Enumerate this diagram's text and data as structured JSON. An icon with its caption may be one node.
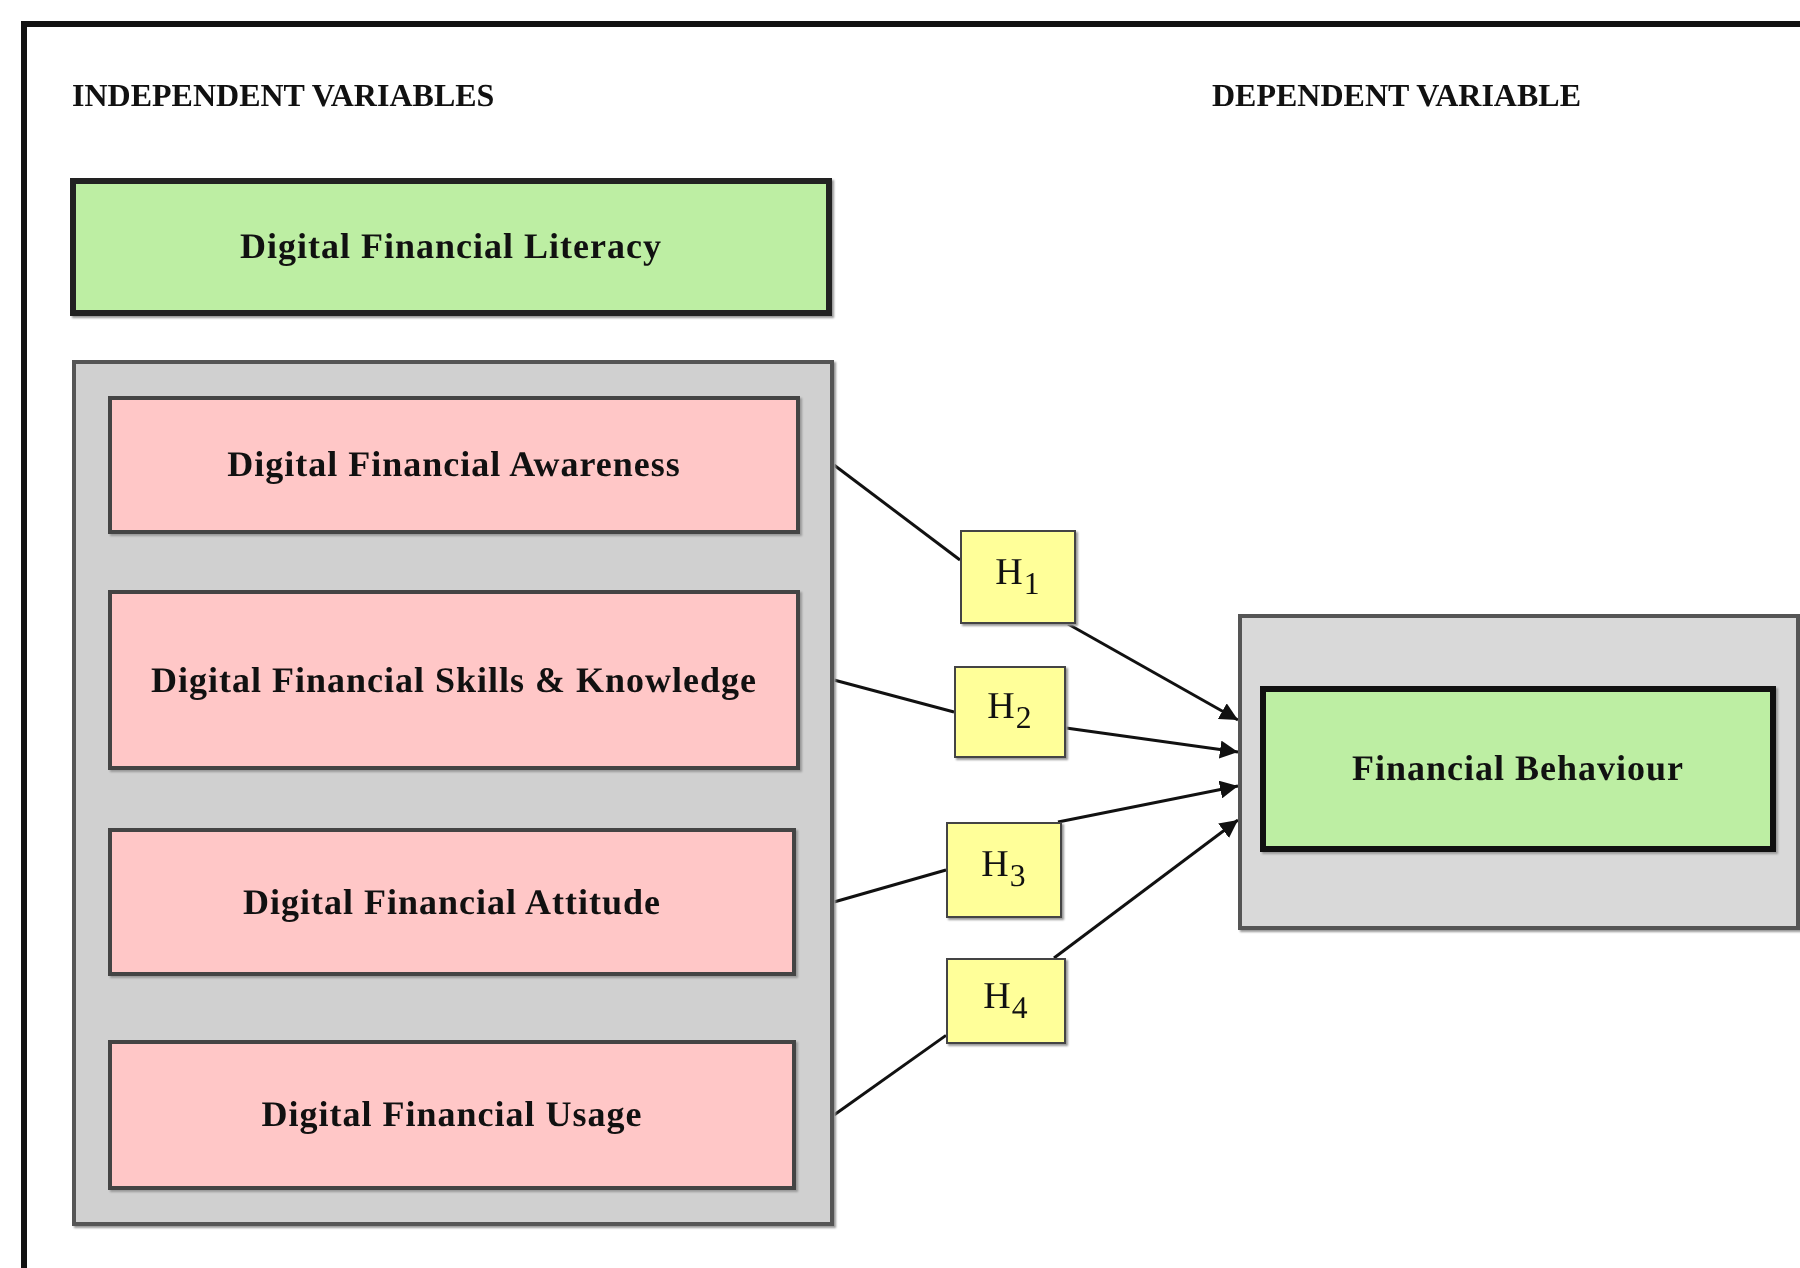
{
  "diagram": {
    "nodes": [
      {
        "text": [
          "Digital Financial Literacy"
        ]
      },
      {
        "text": [],
        "shape": "box"
      },
      {
        "text": [
          "Digital Financial Awareness"
        ],
        "in": 1
      },
      {
        "text": [
          "Digital Financial Skills & Knowledge"
        ],
        "in": 1
      },
      {
        "text": [
          "Digital Financial Attitude"
        ],
        "in": 1
      },
      {
        "text": [
          "Digital Financial Usage"
        ],
        "in": 1
      },
      {
        "text": [
          "H$_{1}$"
        ]
      },
      {
        "text": [
          "H$_{2}$"
        ]
      },
      {
        "text": [
          "H$_{3}$"
        ]
      },
      {
        "text": [
          "H$_{4}$"
        ]
      },
      {
        "text": [],
        "shape": "box"
      },
      {
        "text": [
          "Financial Behaviour"
        ],
        "in": 10
      }
    ],
    "edges": [
      {
        "from": 2,
        "to": 6,
        "arrow": "none"
      },
      {
        "from": 6,
        "to": 10,
        "arrow": "to"
      },
      {
        "from": 3,
        "to": 7,
        "arrow": "none"
      },
      {
        "from": 7,
        "to": 10,
        "arrow": "to"
      },
      {
        "from": 4,
        "to": 8,
        "arrow": "none"
      },
      {
        "from": 8,
        "to": 10,
        "arrow": "to"
      },
      {
        "from": 5,
        "to": 9,
        "arrow": "none"
      },
      {
        "from": 9,
        "to": 10,
        "arrow": "to"
      }
    ],
    "labels": [
      "INDEPENDENT VARIABLES",
      "DEPENDENT VARIABLE"
    ]
  }
}
